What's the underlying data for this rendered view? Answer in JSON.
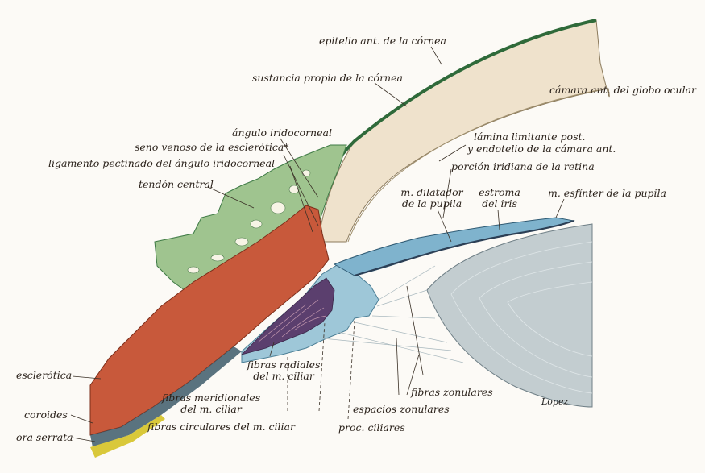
{
  "labels": {
    "epitelio": "epitelio ant. de la córnea",
    "sustancia": "sustancia propia de la córnea",
    "camara": "cámara ant. del globo ocular",
    "angulo": "ángulo iridocorneal",
    "seno": "seno venoso de la esclerótica*",
    "ligamento": "ligamento pectinado del ángulo iridocorneal",
    "tendon": "tendón central",
    "lamina_1": "lámina limitante post.",
    "lamina_2": "y endotelio de la cámara ant.",
    "porcion": "porción iridiana de la retina",
    "dilatador_1": "m. dilatador",
    "dilatador_2": "de la pupila",
    "estroma_1": "estroma",
    "estroma_2": "del iris",
    "esfinter": "m. esfínter de la pupila",
    "radiales_1": "fibras radiales",
    "radiales_2": "del m. ciliar",
    "meridionales_1": "fibras meridionales",
    "meridionales_2": "del m. ciliar",
    "circulares": "fibras circulares del m. ciliar",
    "proc": "proc. ciliares",
    "zonulares": "fibras zonulares",
    "espacios": "espacios zonulares",
    "esclerotica": "esclerótica",
    "coroides": "coroides",
    "ora": "ora serrata",
    "signature": "Lopez"
  },
  "colors": {
    "cornea": "#efe2cc",
    "cornea_epithelium": "#2f6a3a",
    "sclera": "#c8593b",
    "trabecular": "#9fc48f",
    "ciliary": "#9ec7d8",
    "ciliary_muscle": "#5b3f6e",
    "iris": "#7fb3cd",
    "lens": "#c3cdd0"
  }
}
